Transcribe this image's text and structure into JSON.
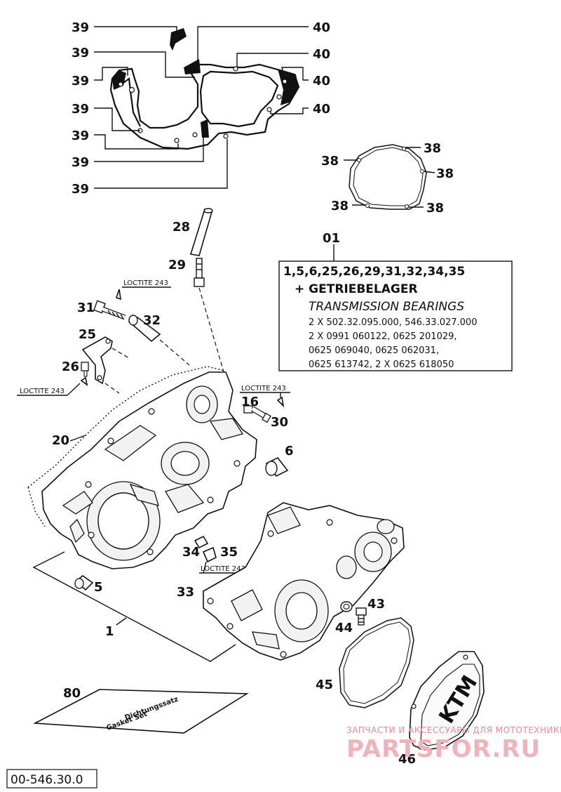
{
  "labels": {
    "l39a": "39",
    "l39b": "39",
    "l39c": "39",
    "l39d": "39",
    "l39e": "39",
    "l39f": "39",
    "l39g": "39",
    "l40a": "40",
    "l40b": "40",
    "l40c": "40",
    "l40d": "40",
    "l38a": "38",
    "l38b": "38",
    "l38c": "38",
    "l38d": "38",
    "l38e": "38",
    "l28": "28",
    "l29": "29",
    "l31": "31",
    "l32": "32",
    "l25": "25",
    "l26": "26",
    "l20": "20",
    "l16": "16",
    "l30": "30",
    "l6": "6",
    "l34": "34",
    "l35": "35",
    "l5": "5",
    "l1": "1",
    "l33": "33",
    "l43": "43",
    "l44": "44",
    "l45": "45",
    "l80": "80",
    "l46": "46",
    "l01": "01"
  },
  "loctite": {
    "a": "LOCTITE 243",
    "b": "LOCTITE 243",
    "c": "LOCTITE 243",
    "d": "LOCTITE 243"
  },
  "kit_box": {
    "line1": "1,5,6,25,26,29,31,32,34,35",
    "line2": "+ GETRIEBELAGER",
    "line3": "TRANSMISSION BEARINGS",
    "line4": "2 X 502.32.095.000, 546.33.027.000",
    "line5": "2 X 0991 060122, 0625 201029,",
    "line6": "0625 069040, 0625 062031,",
    "line7": "0625 613742, 2 X 0625 618050"
  },
  "gasket_set": {
    "text1": "Dichtungssatz",
    "text2": "Gasket Set"
  },
  "watermark": {
    "tagline": "ЗАПЧАСТИ И АКСЕССУАРЫ ДЛЯ МОТОТЕХНИКИ",
    "brand": "PARTSFOR.RU"
  },
  "drawing_number": "00-546.30.0"
}
